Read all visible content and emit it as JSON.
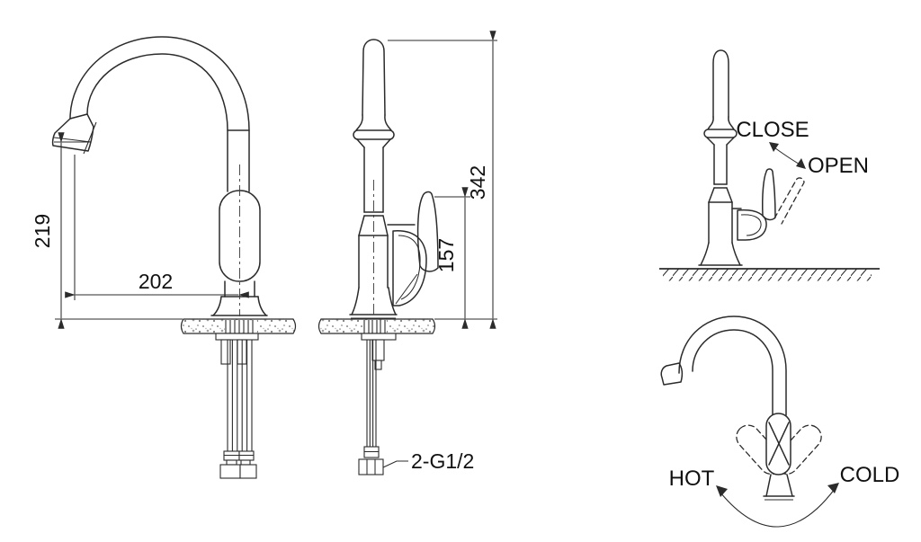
{
  "front_view": {
    "spout_height": "219",
    "spout_reach": "202"
  },
  "side_view": {
    "total_height": "342",
    "handle_height": "157",
    "thread_spec": "2-G1/2"
  },
  "operation_diagram": {
    "close": "CLOSE",
    "open": "OPEN"
  },
  "rotation_diagram": {
    "hot": "HOT",
    "cold": "COLD"
  },
  "colors": {
    "line": "#2b2b2b",
    "text": "#111111",
    "background": "#ffffff"
  }
}
